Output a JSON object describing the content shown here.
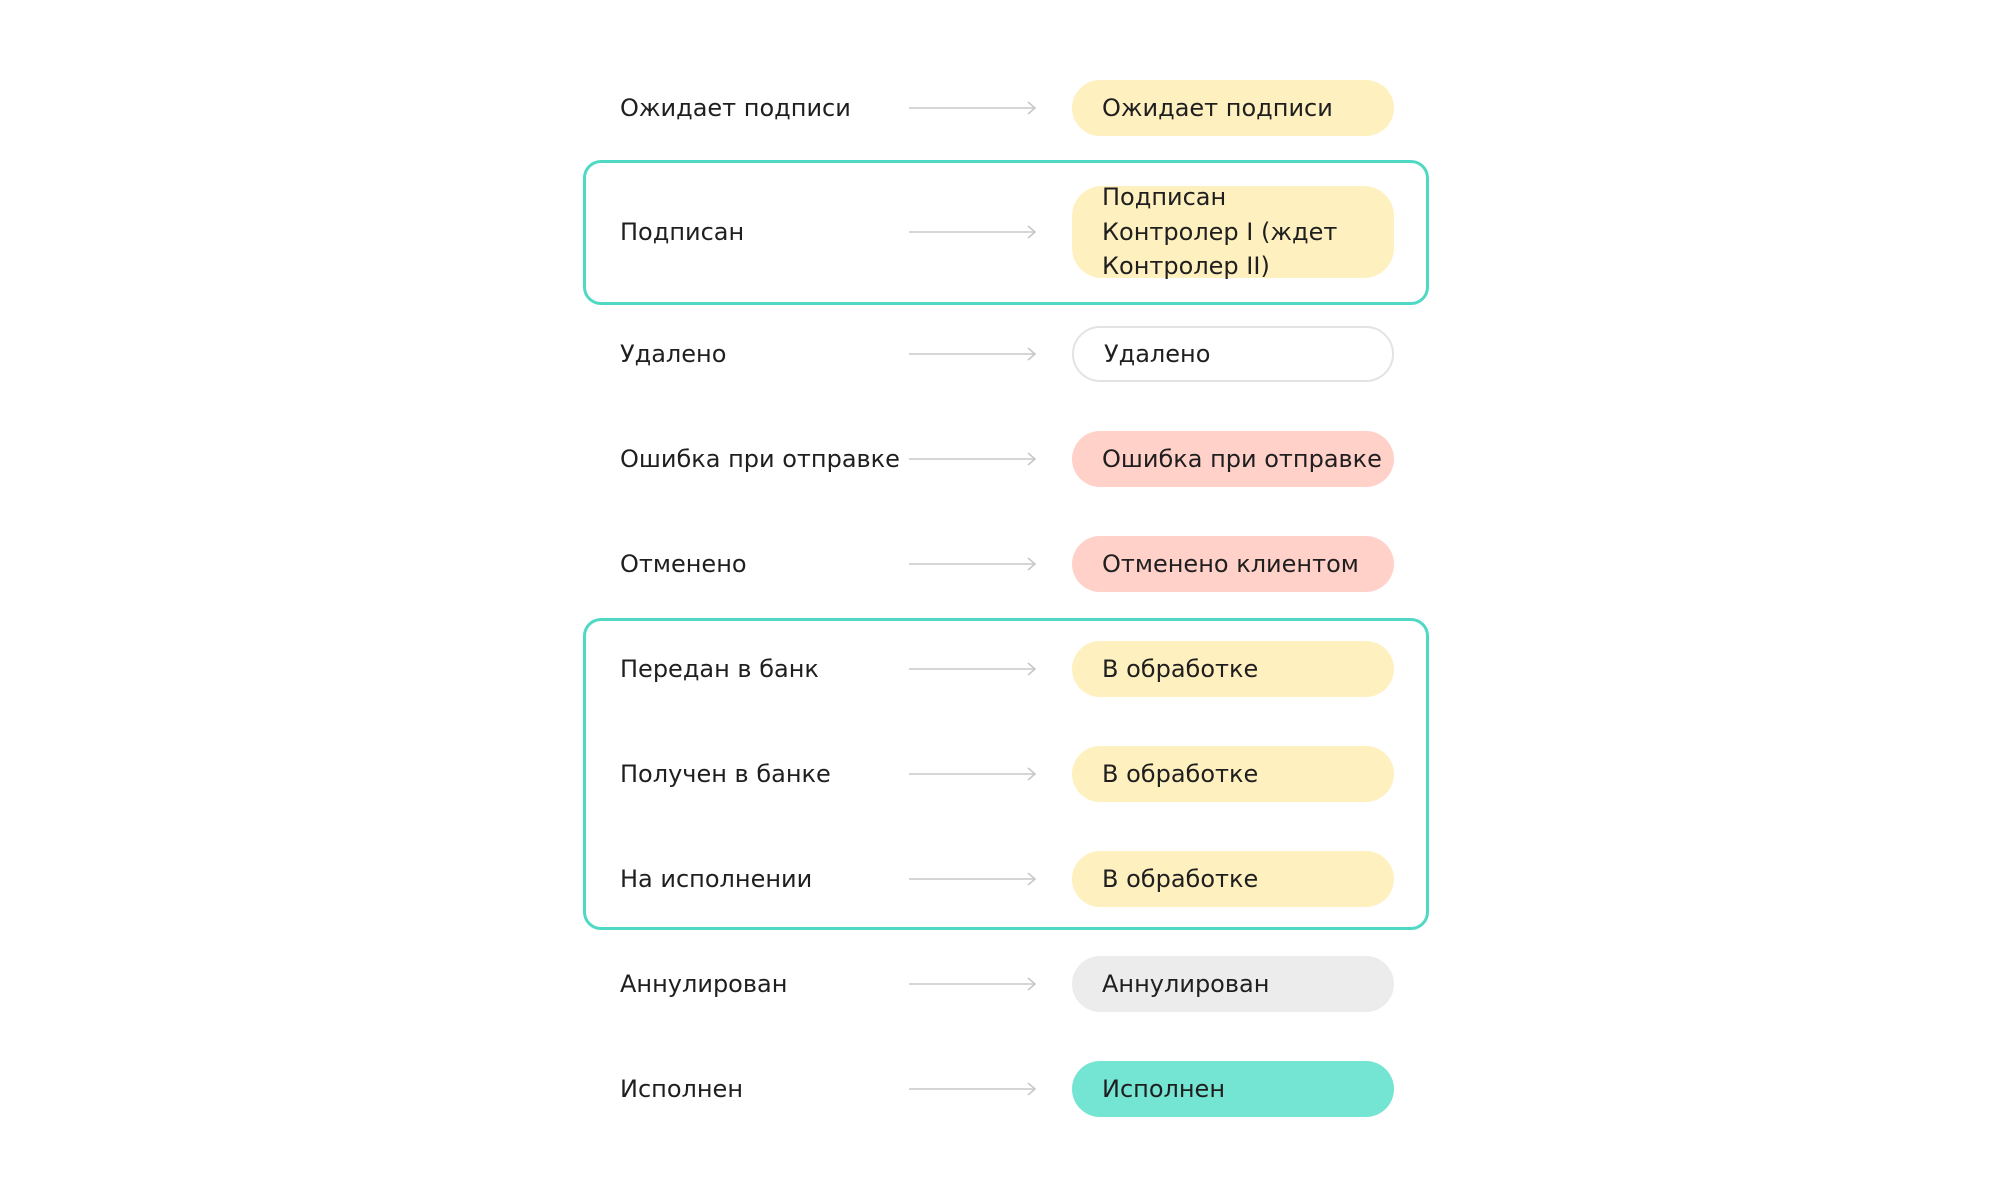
{
  "colors": {
    "pending": "#fff0bf",
    "error": "#ffd1c9",
    "neutral": "#ececec",
    "success": "#74e4d3",
    "outline_border": "#e3e3e3",
    "group_frame": "#4fd9c4",
    "arrow": "#c8c8c8"
  },
  "mappings": [
    {
      "source": "Ожидает подписи",
      "target": "Ожидает подписи",
      "variant": "pending"
    },
    {
      "source": "Подписан",
      "target": "Подписан Контролер I (ждет Контролер II)",
      "variant": "pending"
    },
    {
      "source": "Удалено",
      "target": "Удалено",
      "variant": "outline"
    },
    {
      "source": "Ошибка при отправке",
      "target": "Ошибка при отправке",
      "variant": "error"
    },
    {
      "source": "Отменено",
      "target": "Отменено клиентом",
      "variant": "error"
    },
    {
      "source": "Передан в банк",
      "target": "В обработке",
      "variant": "pending"
    },
    {
      "source": "Получен в банке",
      "target": "В обработке",
      "variant": "pending"
    },
    {
      "source": "На исполнении",
      "target": "В обработке",
      "variant": "pending"
    },
    {
      "source": "Аннулирован",
      "target": "Аннулирован",
      "variant": "neutral"
    },
    {
      "source": "Исполнен",
      "target": "Исполнен",
      "variant": "success"
    }
  ]
}
